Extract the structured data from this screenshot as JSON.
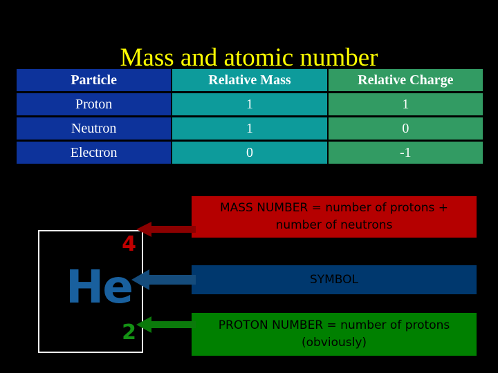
{
  "slide": {
    "title": "Mass and atomic number",
    "background_color": "#000000",
    "title_color": "#ffff00"
  },
  "table": {
    "columns": [
      {
        "header": "Particle",
        "color": "#0d339b"
      },
      {
        "header": "Relative Mass",
        "color": "#0d9b9b"
      },
      {
        "header": "Relative Charge",
        "color": "#329b63"
      }
    ],
    "rows": [
      {
        "particle": "Proton",
        "relative_mass": "1",
        "relative_charge": "1"
      },
      {
        "particle": "Neutron",
        "relative_mass": "1",
        "relative_charge": "0"
      },
      {
        "particle": "Electron",
        "relative_mass": "0",
        "relative_charge": "-1"
      }
    ]
  },
  "element_box": {
    "symbol": "He",
    "mass_number": "4",
    "proton_number": "2",
    "symbol_color": "#19609e",
    "mass_number_color": "#c00000",
    "proton_number_color": "#149214",
    "border_color": "#ffffff"
  },
  "callouts": [
    {
      "name": "mass-number",
      "text": "MASS NUMBER = number of protons + number of neutrons",
      "background_color": "#b50000",
      "arrow_color": "#8b0000"
    },
    {
      "name": "symbol",
      "text": "SYMBOL",
      "background_color": "#00386e",
      "arrow_color": "#154c7c"
    },
    {
      "name": "proton-number",
      "text": "PROTON NUMBER = number of protons (obviously)",
      "background_color": "#008000",
      "arrow_color": "#0b7a0b"
    }
  ]
}
